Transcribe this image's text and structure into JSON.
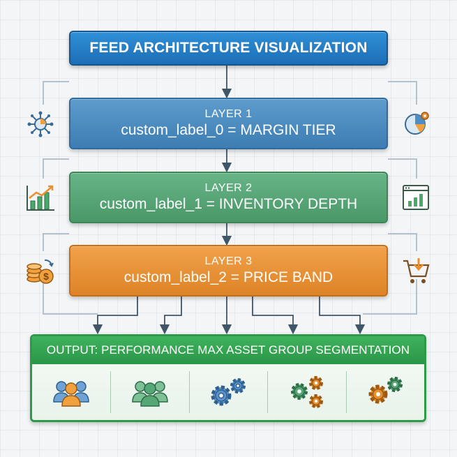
{
  "title": "FEED ARCHITECTURE VISUALIZATION",
  "layers": [
    {
      "name": "LAYER 1",
      "value": "custom_label_0 = MARGIN TIER",
      "color": "#4f8ec3"
    },
    {
      "name": "LAYER 2",
      "value": "custom_label_1 = INVENTORY DEPTH",
      "color": "#57a776"
    },
    {
      "name": "LAYER 3",
      "value": "custom_label_2 = PRICE BAND",
      "color": "#e8902f"
    }
  ],
  "output": {
    "title": "OUTPUT: PERFORMANCE MAX ASSET GROUP SEGMENTATION",
    "color": "#2d9a49",
    "segments": [
      {
        "icon": "audience-group-icon"
      },
      {
        "icon": "audience-group-icon"
      },
      {
        "icon": "gears-icon"
      },
      {
        "icon": "gears-icon"
      },
      {
        "icon": "gears-icon"
      }
    ]
  },
  "side_icons": {
    "left": [
      "network-hub-icon",
      "bar-chart-growth-icon",
      "coins-dollar-icon"
    ],
    "right": [
      "pie-chart-gear-icon",
      "analytics-window-icon",
      "shopping-cart-download-icon"
    ]
  }
}
